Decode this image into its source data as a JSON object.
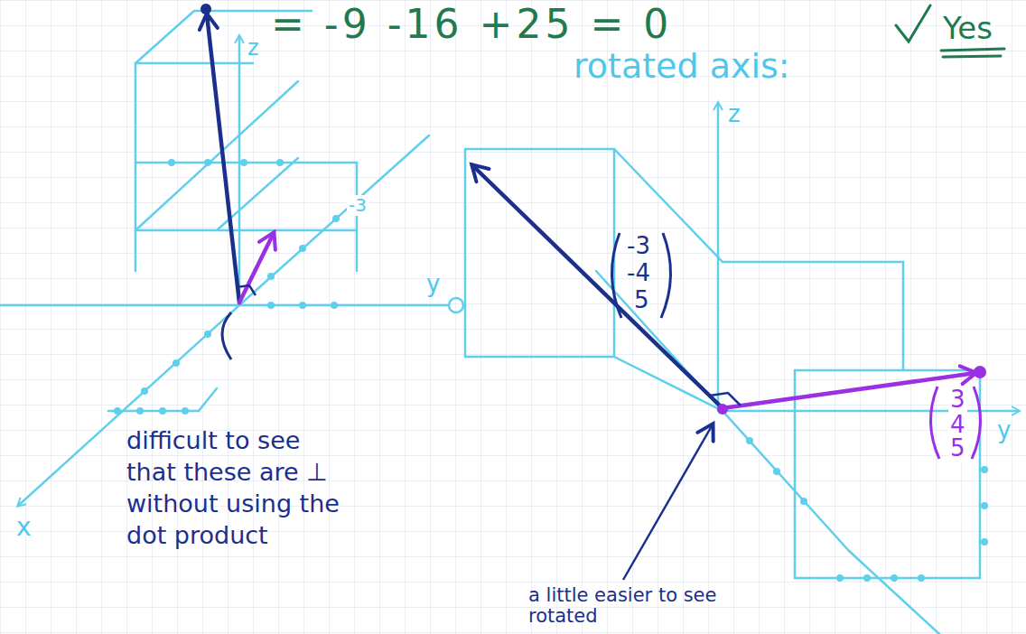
{
  "diagram": {
    "labels": [
      "= -9 -16 +25 = 0",
      "Yes",
      "rotated axis:",
      "z",
      "-3",
      "y",
      "x",
      "difficult to see that these are ⊥ without using the dot product",
      "z",
      "-3",
      "-4",
      "5",
      "3",
      "4",
      "5",
      "y",
      "a little easier to see rotated"
    ]
  }
}
